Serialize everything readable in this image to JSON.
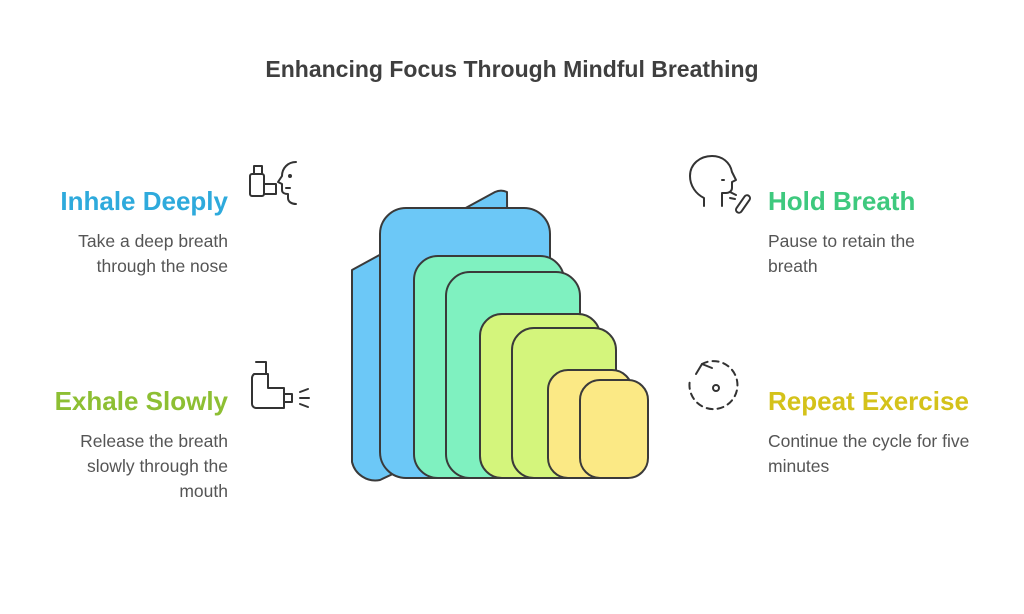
{
  "title": "Enhancing Focus Through Mindful Breathing",
  "steps": {
    "inhale": {
      "heading": "Inhale Deeply",
      "description": "Take a deep breath through the nose",
      "color": "#2eaadc",
      "icon": "inhaler-face-icon"
    },
    "hold": {
      "heading": "Hold Breath",
      "description": "Pause to retain the breath",
      "color": "#3ec97e",
      "icon": "head-breath-icon"
    },
    "exhale": {
      "heading": "Exhale Slowly",
      "description": "Release the breath slowly through the mouth",
      "color": "#8dbf33",
      "icon": "inhaler-icon"
    },
    "repeat": {
      "heading": "Repeat Exercise",
      "description": "Continue the cycle for five minutes",
      "color": "#d4c21a",
      "icon": "cycle-icon"
    }
  },
  "blocks": {
    "colors": [
      "#6cc8f7",
      "#7ff1c0",
      "#d4f57c",
      "#fbe985"
    ],
    "outline": "#3a3a3a"
  }
}
